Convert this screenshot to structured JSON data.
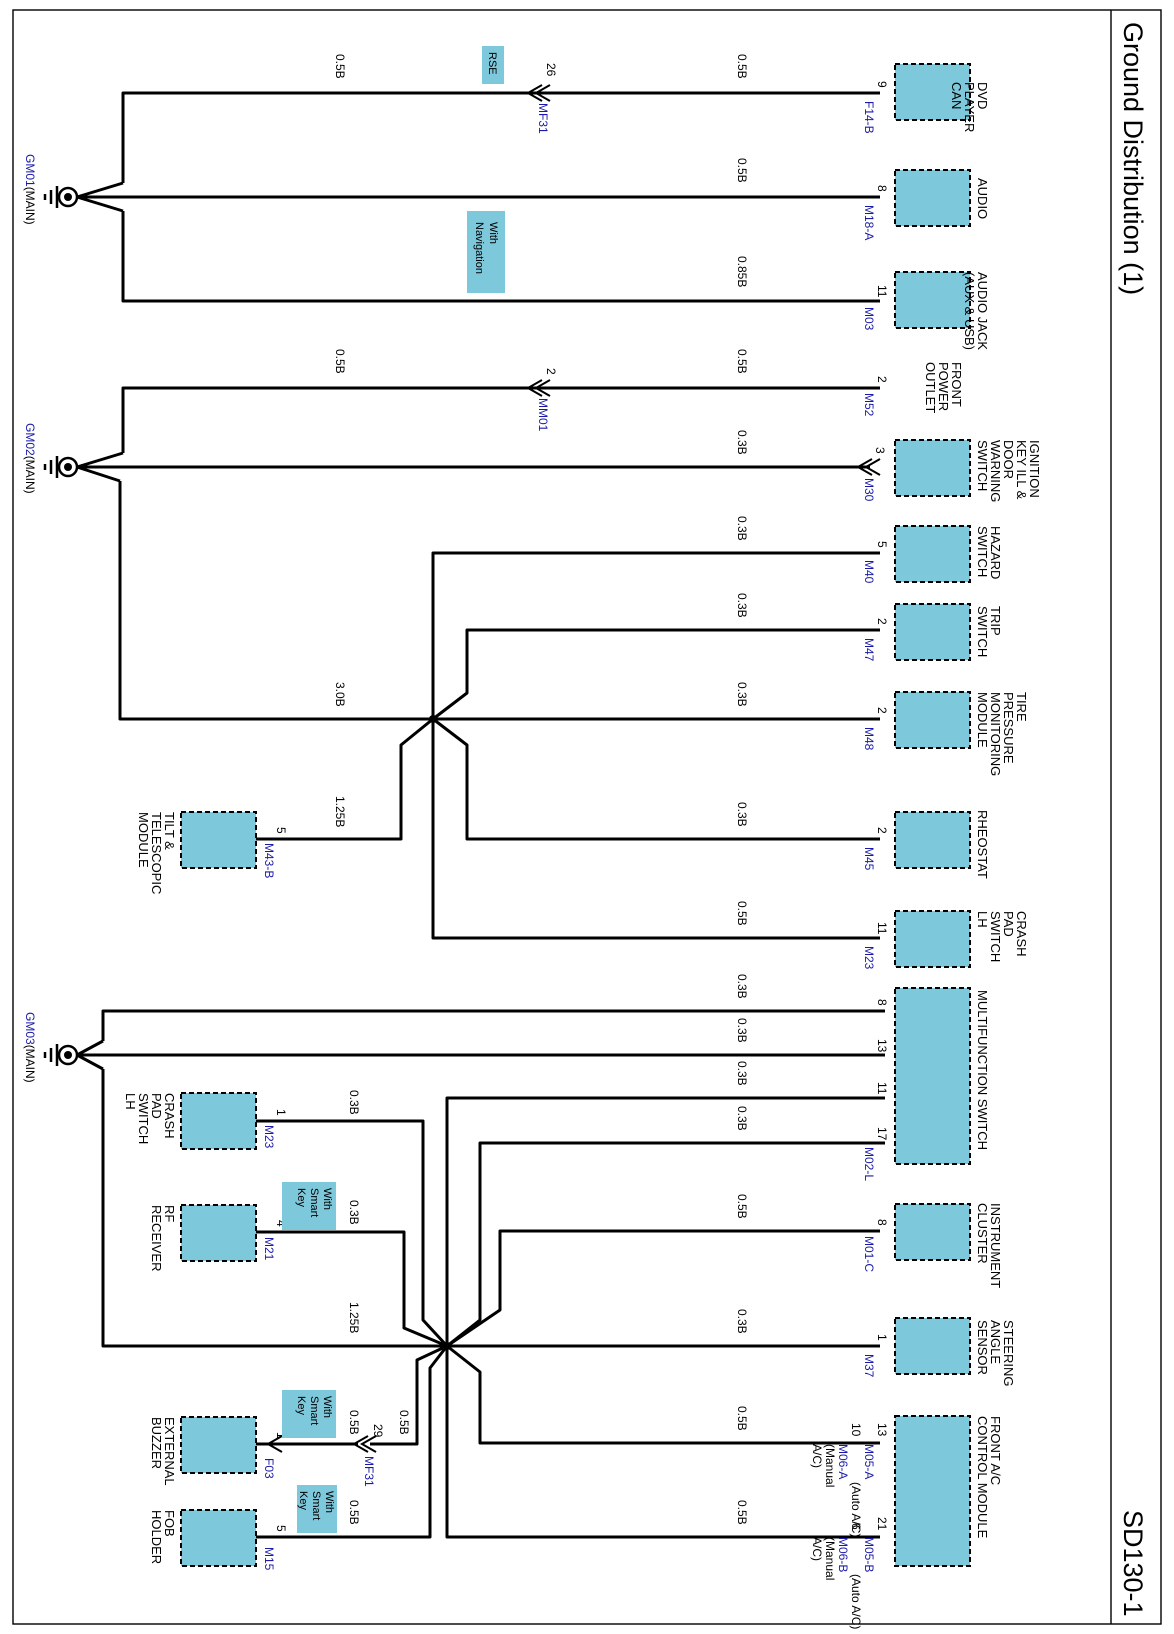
{
  "title": "Ground Distribution (1)",
  "page_id": "SD130-1",
  "grounds": {
    "gm01": "GM01",
    "gm01_suffix": "(MAIN)",
    "gm02": "GM02",
    "gm02_suffix": "(MAIN)",
    "gm03": "GM03",
    "gm03_suffix": "(MAIN)"
  },
  "components": {
    "dvd": [
      "DVD",
      "PLAYER",
      "CAN"
    ],
    "audio": [
      "AUDIO"
    ],
    "audio_jack": [
      "AUDIO JACK",
      "(AUX & USB)"
    ],
    "front_power": [
      "FRONT",
      "POWER",
      "OUTLET"
    ],
    "ignition": [
      "IGNITION",
      "KEY ILL &",
      "DOOR",
      "WARNING",
      "SWITCH"
    ],
    "hazard": [
      "HAZARD",
      "SWITCH"
    ],
    "trip": [
      "TRIP",
      "SWITCH"
    ],
    "tpms": [
      "TIRE",
      "PRESSURE",
      "MONITORING",
      "MODULE"
    ],
    "rheostat": [
      "RHEOSTAT"
    ],
    "crash_pad_1": [
      "CRASH",
      "PAD",
      "SWITCH",
      "LH"
    ],
    "multifunction": [
      "MULTIFUNCTION SWITCH"
    ],
    "cluster": [
      "INSTRUMENT",
      "CLUSTER"
    ],
    "steering": [
      "STEERING",
      "ANGLE",
      "SENSOR"
    ],
    "front_ac": [
      "FRONT A/C",
      "CONTROL MODULE"
    ],
    "tilt": [
      "TILT &",
      "TELESCOPIC",
      "MODULE"
    ],
    "crash_pad_2": [
      "CRASH",
      "PAD",
      "SWITCH",
      "LH"
    ],
    "rf": [
      "RF",
      "RECEIVER"
    ],
    "ext_buzzer": [
      "EXTERNAL",
      "BUZZER"
    ],
    "fob": [
      "FOB",
      "HOLDER"
    ]
  },
  "connectors": {
    "dvd": "F14-B",
    "audio": "M18-A",
    "audio_jack": "M03",
    "front_power": "M52",
    "ignition": "M30",
    "hazard": "M40",
    "trip": "M47",
    "tpms": "M48",
    "rheostat": "M45",
    "crash_pad_1": "M23",
    "multifunction": "M02-L",
    "cluster": "M01-C",
    "steering": "M37",
    "ac_a": "M05-A",
    "ac_a2": "M06-A",
    "ac_b": "M05-B",
    "ac_b2": "M06-B",
    "tilt": "M43-B",
    "crash_pad_2": "M23",
    "rf": "M21",
    "ext_buzzer": "F03",
    "fob": "M15",
    "mf31_top": "MF31",
    "mm01": "MM01",
    "mf31_bottom": "MF31"
  },
  "ac_notes": {
    "auto": "(Auto A/C)",
    "manual_1": "(Manual",
    "manual_2": "A/C)"
  },
  "pins": {
    "dvd": "9",
    "mf31_top": "26",
    "audio": "8",
    "audio_jack": "11",
    "front_power": "2",
    "mm01": "2",
    "ignition": "3",
    "hazard": "5",
    "trip": "2",
    "tpms": "2",
    "rheostat": "2",
    "crash_pad_1": "11",
    "mfs_1": "8",
    "mfs_2": "13",
    "mfs_3": "11",
    "mfs_4": "17",
    "cluster": "8",
    "steering": "1",
    "ac_a": "13",
    "ac_a2": "10",
    "ac_b": "21",
    "ac_b2": "6",
    "tilt": "5",
    "crash_pad_2": "1",
    "rf": "4",
    "mf31_bottom": "29",
    "ext_buzzer": "1",
    "fob": "5"
  },
  "wires": {
    "dvd": "0.5B",
    "dvd_gnd": "0.5B",
    "audio": "0.5B",
    "audio_jack": "0.85B",
    "front_power": "0.5B",
    "front_power_gnd": "0.5B",
    "ignition": "0.3B",
    "hazard": "0.3B",
    "trip": "0.3B",
    "tpms": "0.3B",
    "splice1_gnd": "3.0B",
    "rheostat": "0.3B",
    "crash_pad_1": "0.5B",
    "tilt": "1.25B",
    "mfs_1": "0.3B",
    "mfs_2": "0.3B",
    "mfs_3": "0.3B",
    "mfs_4": "0.3B",
    "cluster": "0.5B",
    "steering": "0.3B",
    "splice2_gnd": "1.25B",
    "ac_a": "0.5B",
    "ac_b": "0.5B",
    "crash_pad_2": "0.3B",
    "rf": "0.3B",
    "mf31_bottom": "0.5B",
    "ext_buzzer": "0.5B",
    "fob": "0.5B"
  },
  "notes": {
    "rse": "RSE",
    "with_nav": [
      "With",
      "Navigation"
    ],
    "smart_key": [
      "With",
      "Smart",
      "Key"
    ]
  }
}
